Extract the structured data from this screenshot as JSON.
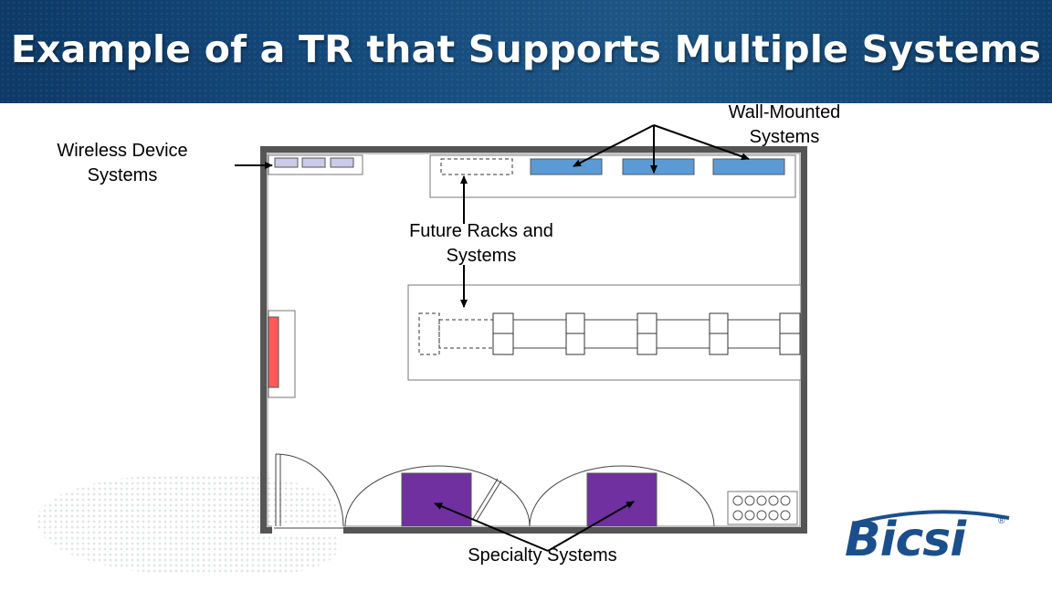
{
  "slide": {
    "title": "Example of a TR that Supports Multiple Systems"
  },
  "labels": {
    "wireless_line1": "Wireless Device",
    "wireless_line2": "Systems",
    "wall_line1": "Wall-Mounted",
    "wall_line2": "Systems",
    "future_line1": "Future Racks and",
    "future_line2": "Systems",
    "specialty": "Specialty Systems"
  },
  "logo": {
    "text": "Bicsi",
    "mark": "®"
  },
  "colors": {
    "header": "#154a7d",
    "wall_system": "#5b9bd5",
    "wireless_box": "#c9cbe8",
    "specialty_system": "#7030a0",
    "panel_red": "#ff5a5a",
    "logo": "#1b4f8c"
  }
}
